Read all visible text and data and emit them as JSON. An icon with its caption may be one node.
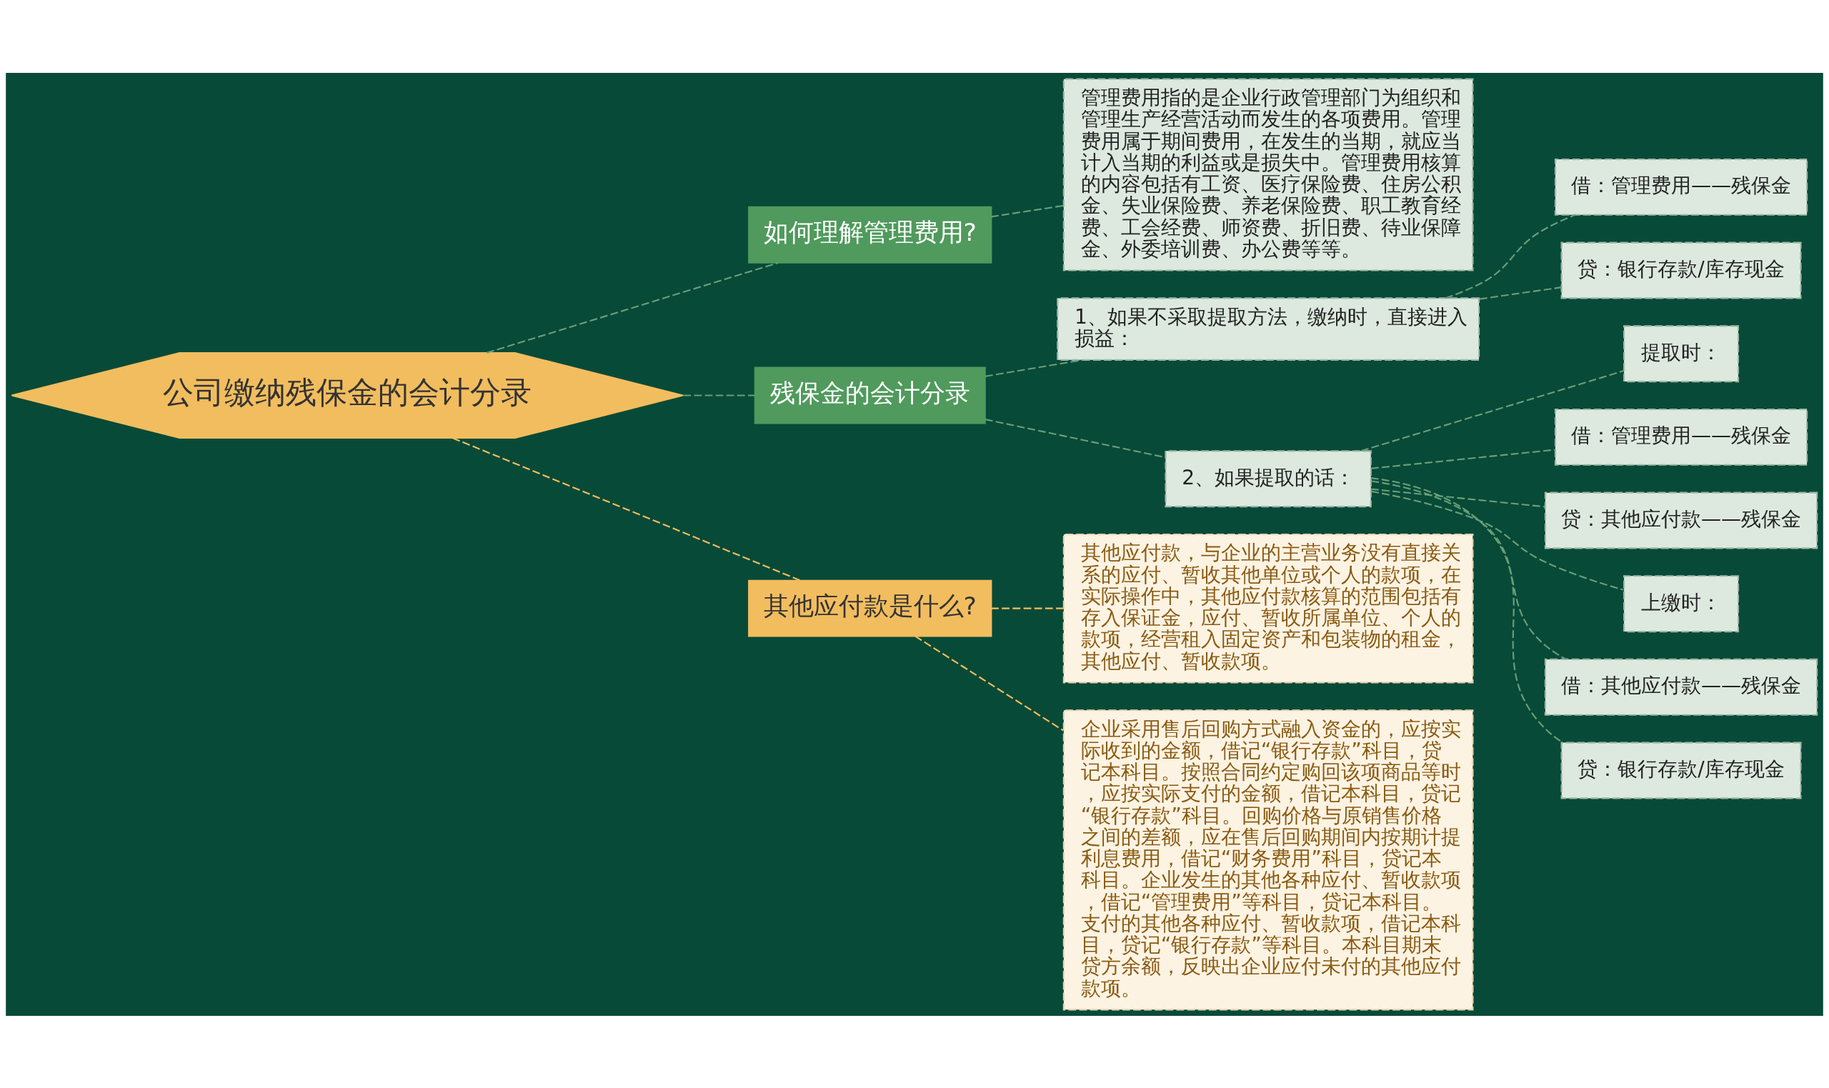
{
  "diagram": {
    "nodes": [
      {
        "text": [
          "公司缴纳残保金的会计分录"
        ]
      },
      {
        "text": [
          "如何理解管理费用?"
        ]
      },
      {
        "text": [
          "管理费用指的是企业行政管理部门为组织和管理生产经营活动而发生的各项费用。管理费用属于期间费用，在发生的当期，就应当计入当期的利益或是损失中。管理费用核算的内容包括有工资、医疗保险费、住房公积金、失业保险费、养老保险费、职工教育经费、工会经费、师资费、折旧费、待业保障金、外委培训费、办公费等等。"
        ]
      },
      {
        "text": [
          "残保金的会计分录"
        ]
      },
      {
        "text": [
          "1、如果不采取提取方法，缴纳时，直接进入损益："
        ]
      },
      {
        "text": [
          "借：管理费用——残保金"
        ]
      },
      {
        "text": [
          "贷：银行存款/库存现金"
        ]
      },
      {
        "text": [
          "2、如果提取的话："
        ]
      },
      {
        "text": [
          "提取时："
        ]
      },
      {
        "text": [
          "借：管理费用——残保金"
        ]
      },
      {
        "text": [
          "贷：其他应付款——残保金"
        ]
      },
      {
        "text": [
          "上缴时："
        ]
      },
      {
        "text": [
          "借：其他应付款——残保金"
        ]
      },
      {
        "text": [
          "贷：银行存款/库存现金"
        ]
      },
      {
        "text": [
          "其他应付款是什么?"
        ]
      },
      {
        "text": [
          "其他应付款，与企业的主营业务没有直接关系的应付、暂收其他单位或个人的款项，在实际操作中，其他应付款核算的范围包括有存入保证金，应付、暂收所属单位、个人的款项，经营租入固定资产和包装物的租金，其他应付、暂收款项。"
        ]
      },
      {
        "text": [
          "企业采用售后回购方式融入资金的，应按实际收到的金额，借记“银行存款”科目，贷记本科目。按照合同约定购回该项商品等时，应按实际支付的金额，借记本科目，贷记“银行存款”科目。回购价格与原销售价格之间的差额，应在售后回购期间内按期计提利息费用，借记“财务费用”科目，贷记本科目。企业发生的其他各种应付、暂收款项，借记“管理费用”等科目，贷记本科目。支付的其他各种应付、暂收款项，借记本科目，贷记“银行存款”等科目。本科目期末贷方余额，反映出企业应付未付的其他应付款项。"
        ]
      }
    ],
    "edges": [
      {
        "from": 0,
        "to": 1,
        "arrow": "none",
        "style": "dashed"
      },
      {
        "from": 1,
        "to": 2,
        "arrow": "none",
        "style": "dashed"
      },
      {
        "from": 0,
        "to": 3,
        "arrow": "none",
        "style": "dashed"
      },
      {
        "from": 3,
        "to": 4,
        "arrow": "none",
        "style": "dashed"
      },
      {
        "from": 4,
        "to": 5,
        "arrow": "none",
        "style": "dashed"
      },
      {
        "from": 4,
        "to": 6,
        "arrow": "none",
        "style": "dashed"
      },
      {
        "from": 3,
        "to": 7,
        "arrow": "none",
        "style": "dashed"
      },
      {
        "from": 7,
        "to": 8,
        "arrow": "none",
        "style": "dashed"
      },
      {
        "from": 7,
        "to": 9,
        "arrow": "none",
        "style": "dashed"
      },
      {
        "from": 7,
        "to": 10,
        "arrow": "none",
        "style": "dashed"
      },
      {
        "from": 7,
        "to": 11,
        "arrow": "none",
        "style": "dashed"
      },
      {
        "from": 7,
        "to": 12,
        "arrow": "none",
        "style": "dashed"
      },
      {
        "from": 7,
        "to": 13,
        "arrow": "none",
        "style": "dashed"
      },
      {
        "from": 0,
        "to": 14,
        "arrow": "none",
        "style": "dashed",
        "color": "#f2bd5e"
      },
      {
        "from": 14,
        "to": 15,
        "arrow": "none",
        "style": "dashed",
        "color": "#f2bd5e"
      },
      {
        "from": 14,
        "to": 16,
        "arrow": "none",
        "style": "dashed",
        "color": "#f2bd5e"
      }
    ]
  }
}
